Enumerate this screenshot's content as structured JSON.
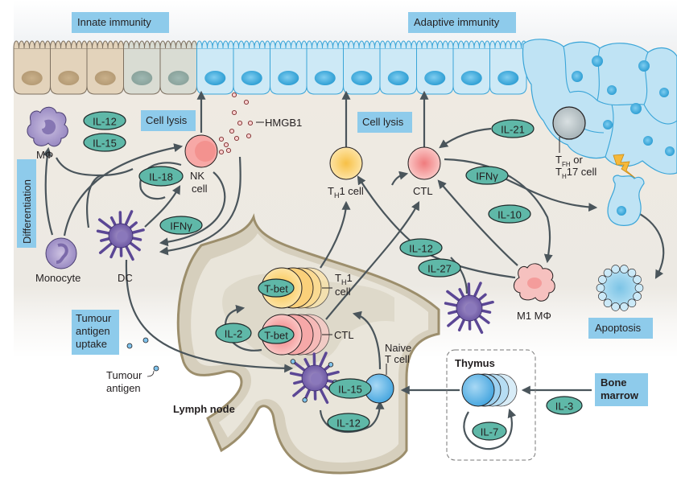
{
  "colors": {
    "label_box": "#8ecbeb",
    "cytokine_fill": "#5fb8a8",
    "cytokine_stroke": "#1f2a2a",
    "arrow": "#4a555b",
    "epithelium_healthy": "#e3d3bb",
    "epithelium_tumour": "#bfe3f4",
    "tumour_stroke": "#3aa5d8",
    "lymph_node_fill": "#d9d2c0",
    "lymph_node_stroke": "#9c8e6c",
    "dc_purple": "#6e5aa6",
    "nk_pink": "#f4a6a4",
    "th1_yellow": "#f9cf6b",
    "ctl_pink": "#f5a5a5",
    "naive_blue": "#7fc3ec",
    "tfh_grey": "#b6c2c6",
    "m1_pink": "#f6c1bf",
    "lightning": "#f6b93b"
  },
  "section_labels": {
    "innate": "Innate immunity",
    "adaptive": "Adaptive immunity",
    "differentiation": "Differentiation",
    "cell_lysis_nk": "Cell lysis",
    "cell_lysis_ctl": "Cell lysis",
    "tumour_antigen_uptake": [
      "Tumour",
      "antigen",
      "uptake"
    ],
    "apoptosis": "Apoptosis",
    "bone_marrow": [
      "Bone",
      "marrow"
    ]
  },
  "cells": {
    "macrophage": "MΦ",
    "monocyte": "Monocyte",
    "dc": "DC",
    "nk": [
      "NK",
      "cell"
    ],
    "th1": {
      "main": "T",
      "sub": "H",
      "rest": "1 cell"
    },
    "ctl": "CTL",
    "tfh_line1": {
      "main": "T",
      "sub": "FH",
      "rest": " or"
    },
    "tfh_line2": {
      "main": "T",
      "sub": "H",
      "rest": "17 cell"
    },
    "m1": "M1 MΦ",
    "hmgb1": "HMGB1",
    "tumour_antigen": [
      "Tumour",
      "antigen"
    ],
    "lymph_node": "Lymph node",
    "th1_ln": {
      "main": "T",
      "sub": "H",
      "rest": "1",
      "line2": "cell"
    },
    "ctl_ln": "CTL",
    "naive_t": [
      "Naive",
      "T cell"
    ],
    "thymus": "Thymus"
  },
  "cytokines": {
    "il12_top": "IL-12",
    "il15_top": "IL-15",
    "il18": "IL-18",
    "ifng_innate": "IFNγ",
    "il21": "IL-21",
    "ifng_adaptive": "IFNγ",
    "il10": "IL-10",
    "il12_mid": "IL-12",
    "il27": "IL-27",
    "tbet_th1": "T-bet",
    "tbet_ctl": "T-bet",
    "il2": "IL-2",
    "il15_ln": "IL-15",
    "il12_ln": "IL-12",
    "il7": "IL-7",
    "il3": "IL-3"
  }
}
